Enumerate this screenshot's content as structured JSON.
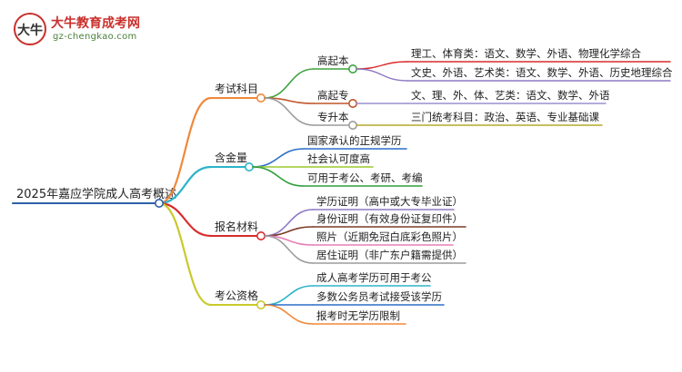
{
  "logo": {
    "mark": "大牛",
    "title": "大牛教育成考网",
    "url": "gz-chengkao.com"
  },
  "root": {
    "label": "2025年嘉应学院成人高考概述"
  },
  "branches": [
    {
      "label": "考试科目",
      "color": "#f0883a",
      "children": [
        {
          "label": "高起本",
          "color": "#3da33d",
          "children": [
            {
              "label": "理工、体育类：语文、数学、外语、物理化学综合",
              "color": "#d92b2b"
            },
            {
              "label": "文史、外语、艺术类：语文、数学、外语、历史地理综合",
              "color": "#8e79c4"
            }
          ]
        },
        {
          "label": "高起专",
          "color": "#c0552a",
          "children": [
            {
              "label": "文、理、外、体、艺类：语文、数学、外语",
              "color": "#9a8fd0"
            }
          ]
        },
        {
          "label": "专升本",
          "color": "#9c9c9c",
          "children": [
            {
              "label": "三门统考科目：政治、英语、专业基础课",
              "color": "#b5a82a"
            }
          ]
        }
      ]
    },
    {
      "label": "含金量",
      "color": "#2bb3c9",
      "children": [
        {
          "label": "国家承认的正规学历",
          "color": "#2b6fc9"
        },
        {
          "label": "社会认可度高",
          "color": "#9ac92b"
        },
        {
          "label": "可用于考公、考研、考编",
          "color": "#2f9e3a"
        }
      ]
    },
    {
      "label": "报名材料",
      "color": "#d92b2b",
      "children": [
        {
          "label": "学历证明（高中或大专毕业证）",
          "color": "#8e79c4"
        },
        {
          "label": "身份证明（有效身份证复印件）",
          "color": "#7a3b25"
        },
        {
          "label": "照片（近期免冠白底彩色照片）",
          "color": "#e57fb5"
        },
        {
          "label": "居住证明（非广东户籍需提供）",
          "color": "#9c9c9c"
        }
      ]
    },
    {
      "label": "考公资格",
      "color": "#c9c92b",
      "children": [
        {
          "label": "成人高考学历可用于考公",
          "color": "#2bb3c9"
        },
        {
          "label": "多数公务员考试接受该学历",
          "color": "#2b6fc9"
        },
        {
          "label": "报考时无学历限制",
          "color": "#f0883a"
        }
      ]
    }
  ]
}
